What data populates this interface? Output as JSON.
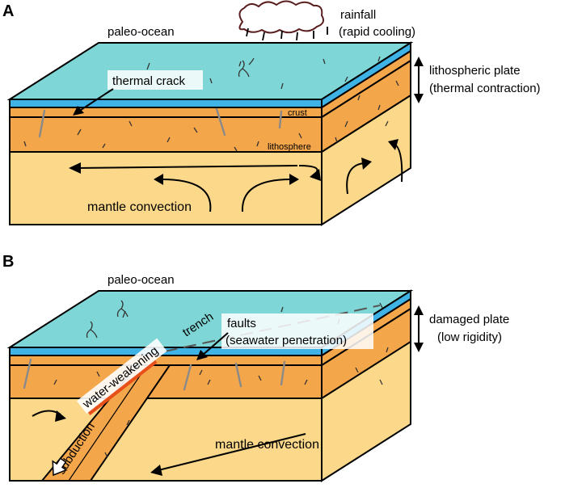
{
  "panels": [
    {
      "letter": "A",
      "ocean_label": "paleo-ocean",
      "rain_label_1": "rainfall",
      "rain_label_2": "(rapid cooling)",
      "plate_label_1": "lithospheric plate",
      "plate_label_2": "(thermal contraction)",
      "crack_label": "thermal crack",
      "crust_label": "crust",
      "litho_label": "lithosphere",
      "mantle_label": "mantle convection"
    },
    {
      "letter": "B",
      "ocean_label": "paleo-ocean",
      "plate_label_1": "damaged plate",
      "plate_label_2": "(low rigidity)",
      "trench_label": "trench",
      "faults_label_1": "faults",
      "faults_label_2": "(seawater penetration)",
      "weak_label": "water-weakening",
      "subduction_label": "subduction",
      "mantle_label": "mantle convection"
    }
  ],
  "colors": {
    "ocean_top": "#7fd6d6",
    "ocean_front": "#3fb2e6",
    "lithosphere": "#f4a64a",
    "mantle": "#fcd98a",
    "weakening": "#e8501a",
    "crack_gray": "#8a8a8a"
  }
}
